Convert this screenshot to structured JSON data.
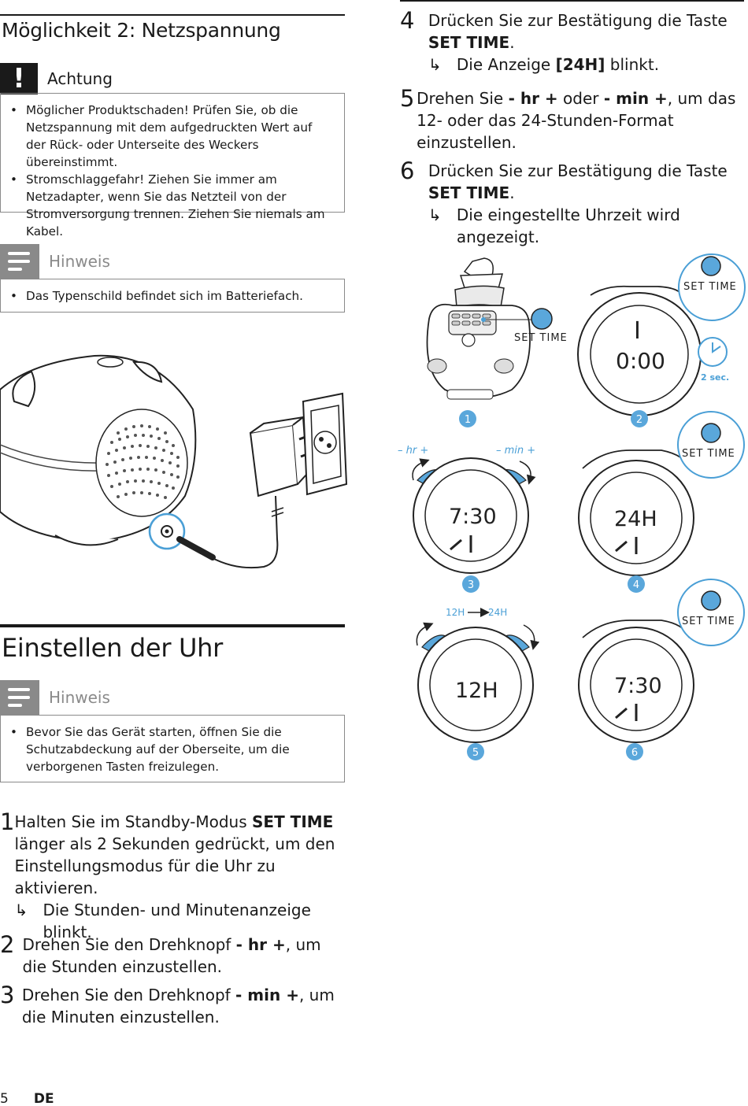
{
  "left": {
    "section_title": "Möglichkeit 2: Netzspannung",
    "caution": {
      "label": "Achtung",
      "items": [
        "Möglicher Produktschaden! Prüfen Sie, ob die Netzspannung mit dem aufgedruckten Wert auf der Rück- oder Unterseite des Weckers übereinstimmt.",
        "Stromschlaggefahr! Ziehen Sie immer am Netzadapter, wenn Sie das Netzteil von der Stromversorgung trennen. Ziehen Sie niemals am Kabel."
      ]
    },
    "note1": {
      "label": "Hinweis",
      "items": [
        "Das Typenschild befindet sich im Batteriefach."
      ]
    },
    "clock_title": "Einstellen der Uhr",
    "note2": {
      "label": "Hinweis",
      "items": [
        "Bevor Sie das Gerät starten, öffnen Sie die Schutzabdeckung auf der Oberseite, um die verborgenen Tasten freizulegen."
      ]
    },
    "steps": [
      {
        "num": "1",
        "pre": "Halten Sie im Standby-Modus ",
        "key": "SET TIME",
        "post": " länger als 2 Sekunden gedrückt, um den Einstellungsmodus für die Uhr zu aktivieren.",
        "result": "Die Stunden- und Minutenanzeige blinkt."
      },
      {
        "num": "2",
        "pre": "Drehen Sie den Drehknopf ",
        "key": "- hr +",
        "post": ", um die Stunden einzustellen."
      },
      {
        "num": "3",
        "pre": "Drehen Sie den Drehknopf ",
        "key": "- min +",
        "post": ", um die Minuten einzustellen."
      }
    ]
  },
  "right": {
    "steps": [
      {
        "num": "4",
        "pre": "Drücken Sie zur Bestätigung die Taste ",
        "key": "SET TIME",
        "post": ".",
        "result_pre": "Die Anzeige ",
        "result_key": "[24H]",
        "result_post": " blinkt."
      },
      {
        "num": "5",
        "pre": "Drehen Sie ",
        "key1": "- hr +",
        "mid": " oder ",
        "key2": "- min +",
        "post": ", um das 12- oder das 24-Stunden-Format einzustellen."
      },
      {
        "num": "6",
        "pre": "Drücken Sie zur Bestätigung die Taste ",
        "key": "SET TIME",
        "post": ".",
        "result": "Die eingestellte Uhrzeit wird angezeigt."
      }
    ]
  },
  "figure": {
    "set_time": "SET TIME",
    "two_sec": "2 sec.",
    "hr_knob": "– hr +",
    "min_knob": "– min +",
    "mode_12": "12H",
    "mode_24": "24H",
    "display_step2_top": "I",
    "display_step2": "0:00",
    "display_step3": "7:30",
    "display_step4": "24H",
    "display_step5": "12H",
    "display_step6": "7:30",
    "markers": [
      "1",
      "2",
      "3",
      "4",
      "5",
      "6"
    ]
  },
  "footer": {
    "page": "5",
    "lang": "DE"
  },
  "arrow_glyph": "↳",
  "colors": {
    "accent": "#4a9fd6",
    "marker": "#5aa7db",
    "grey": "#8a8a8a"
  }
}
